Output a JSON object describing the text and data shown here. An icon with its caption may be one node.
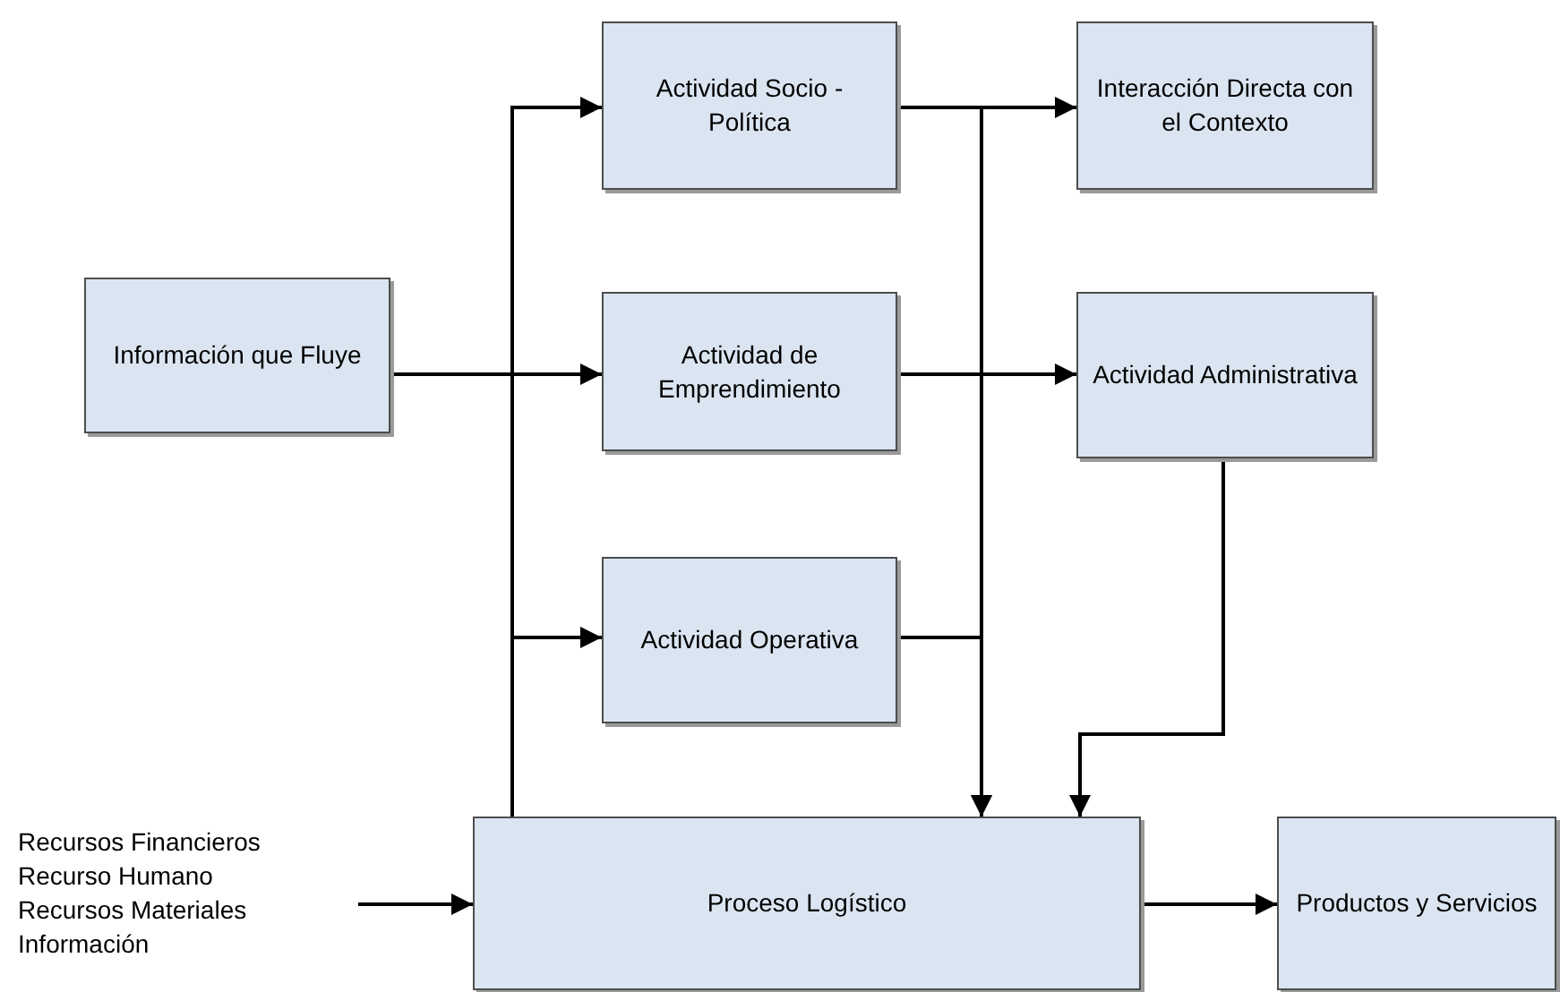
{
  "diagram": {
    "nodes": [
      {
        "text": [
          "Información que Fluye"
        ]
      },
      {
        "text": [
          "Actividad Socio - Política"
        ]
      },
      {
        "text": [
          "Interacción Directa con el Contexto"
        ]
      },
      {
        "text": [
          "Actividad de Emprendimiento"
        ]
      },
      {
        "text": [
          "Actividad Administrativa"
        ]
      },
      {
        "text": [
          "Actividad Operativa"
        ]
      },
      {
        "text": [
          "Proceso Logístico"
        ]
      },
      {
        "text": [
          "Productos y Servicios"
        ]
      },
      {
        "text": [
          "Recursos Financieros",
          "Recurso Humano",
          "Recursos Materiales",
          "Información"
        ]
      }
    ],
    "edges": [
      {
        "from": 0,
        "to": 3,
        "arrow": "to"
      },
      {
        "from": 6,
        "to": 1,
        "arrow": "to"
      },
      {
        "from": 6,
        "to": 5,
        "arrow": "to"
      },
      {
        "from": 1,
        "to": 2,
        "arrow": "to"
      },
      {
        "from": 1,
        "to": 6,
        "arrow": "to"
      },
      {
        "from": 3,
        "to": 4,
        "arrow": "to"
      },
      {
        "from": 5,
        "to": 6,
        "arrow": "to"
      },
      {
        "from": 4,
        "to": 6,
        "arrow": "to"
      },
      {
        "from": 6,
        "to": 7,
        "arrow": "to"
      },
      {
        "from": 8,
        "to": 6,
        "arrow": "to"
      }
    ]
  }
}
